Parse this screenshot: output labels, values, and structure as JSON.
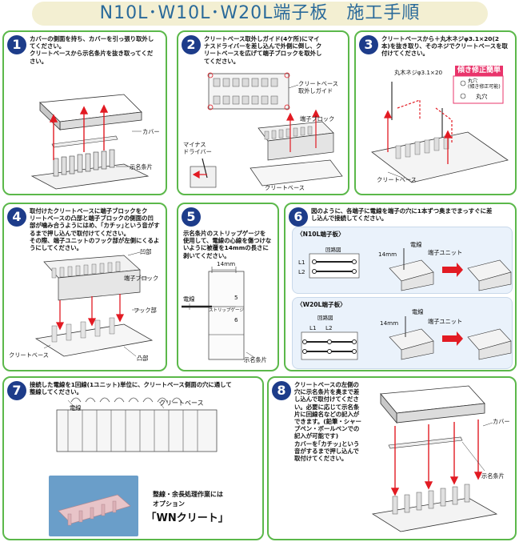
{
  "title": "N10L･W10L･W20L端子板　施工手順",
  "colors": {
    "panel_border": "#5bb84a",
    "num_bg": "#1d3c8a",
    "title_text": "#2a6a9a",
    "title_bg": "#f3efd2",
    "arrow": "#e21b23",
    "accent_pink": "#e9346b"
  },
  "steps": [
    {
      "num": "1",
      "text": "カバーの側面を持ち、カバーを引っ張り取外し\nてください。\nクリートベースから示名条片を抜き取ってくだ\nさい。",
      "labels": {
        "cover": "カバー",
        "strip": "示名条片"
      }
    },
    {
      "num": "2",
      "text": "クリートベース取外しガイド(4ケ所)にマイ\nナスドライバーを差し込んで外側に倒し、ク\nリートベースを広げて端子ブロックを取外し\nてください。",
      "labels": {
        "guide": "クリートベース\n取外しガイド",
        "block": "端子ブロック",
        "driver": "マイナス\nドライバー",
        "base": "クリートベース"
      }
    },
    {
      "num": "3",
      "text": "クリートベースから＋丸木ネジφ3.1×20(2\n本)を抜き取り、そのネジでクリートベースを取\n付けてください。",
      "labels": {
        "screw": "丸木ネジφ3.1×20",
        "base": "クリートベース",
        "badge": "傾き修正簡単",
        "hole": "丸穴\n(傾き修正可能)",
        "round_hole": "丸穴"
      }
    },
    {
      "num": "4",
      "text": "取付けたクリートベースに端子ブロックをク\nリートベースの凸部と端子ブロックの側面の凹\n部が噛み合うようにはめ、｢カチッ｣という音がす\nるまで押し込んで取付けてください。\nその際、端子ユニットのフック部が左側にくるよ\nうにしてください。",
      "labels": {
        "recess": "凹部",
        "block": "端子ブロック",
        "hook": "フック部",
        "base": "クリートベース",
        "boss": "凸部"
      }
    },
    {
      "num": "5",
      "text": "示名条片のストリップゲージを\n使用して、電線の心線を傷つけな\nいように被覆を14mmの長さに\n剥いてください。",
      "labels": {
        "mm": "14mm",
        "wire": "電線",
        "gauge": "ストリップゲージ",
        "n5": "5",
        "n6": "6",
        "strip": "示名条片"
      }
    },
    {
      "num": "6",
      "text": "図のように、各端子に電線を端子の穴に1本ずつ奥までまっすぐに差\nし込んで接続してください。",
      "labels": {
        "n10l": "〈N10L端子板〉",
        "w20l": "〈W20L端子板〉",
        "circuit": "回路図",
        "wire": "電線",
        "unit": "端子ユニット",
        "mm": "14mm",
        "l1": "L1",
        "l2": "L2"
      }
    },
    {
      "num": "7",
      "text": "接続した電線を1回線(1ユニット)単位に、クリートベース側面の穴に通して\n整線してください。",
      "labels": {
        "wire": "電線",
        "base": "クリートベース",
        "option_line1": "整線・余長処理作業には",
        "option_line2": "オプション",
        "option_name": "｢WNクリート｣"
      }
    },
    {
      "num": "8",
      "text": "クリートベースの左側の\n穴に示名条片を奥まで差\nし込んで取付けてくださ\nい。必要に応じて示名条\n片に回線名などの記入が\nできます。(鉛筆・シャー\nプペン・ボールペンでの\n記入が可能です)\nカバーを｢カチッ｣という\n音がするまで押し込んで\n取付けてください。",
      "labels": {
        "cover": "カバー",
        "strip": "示名条片"
      }
    }
  ]
}
